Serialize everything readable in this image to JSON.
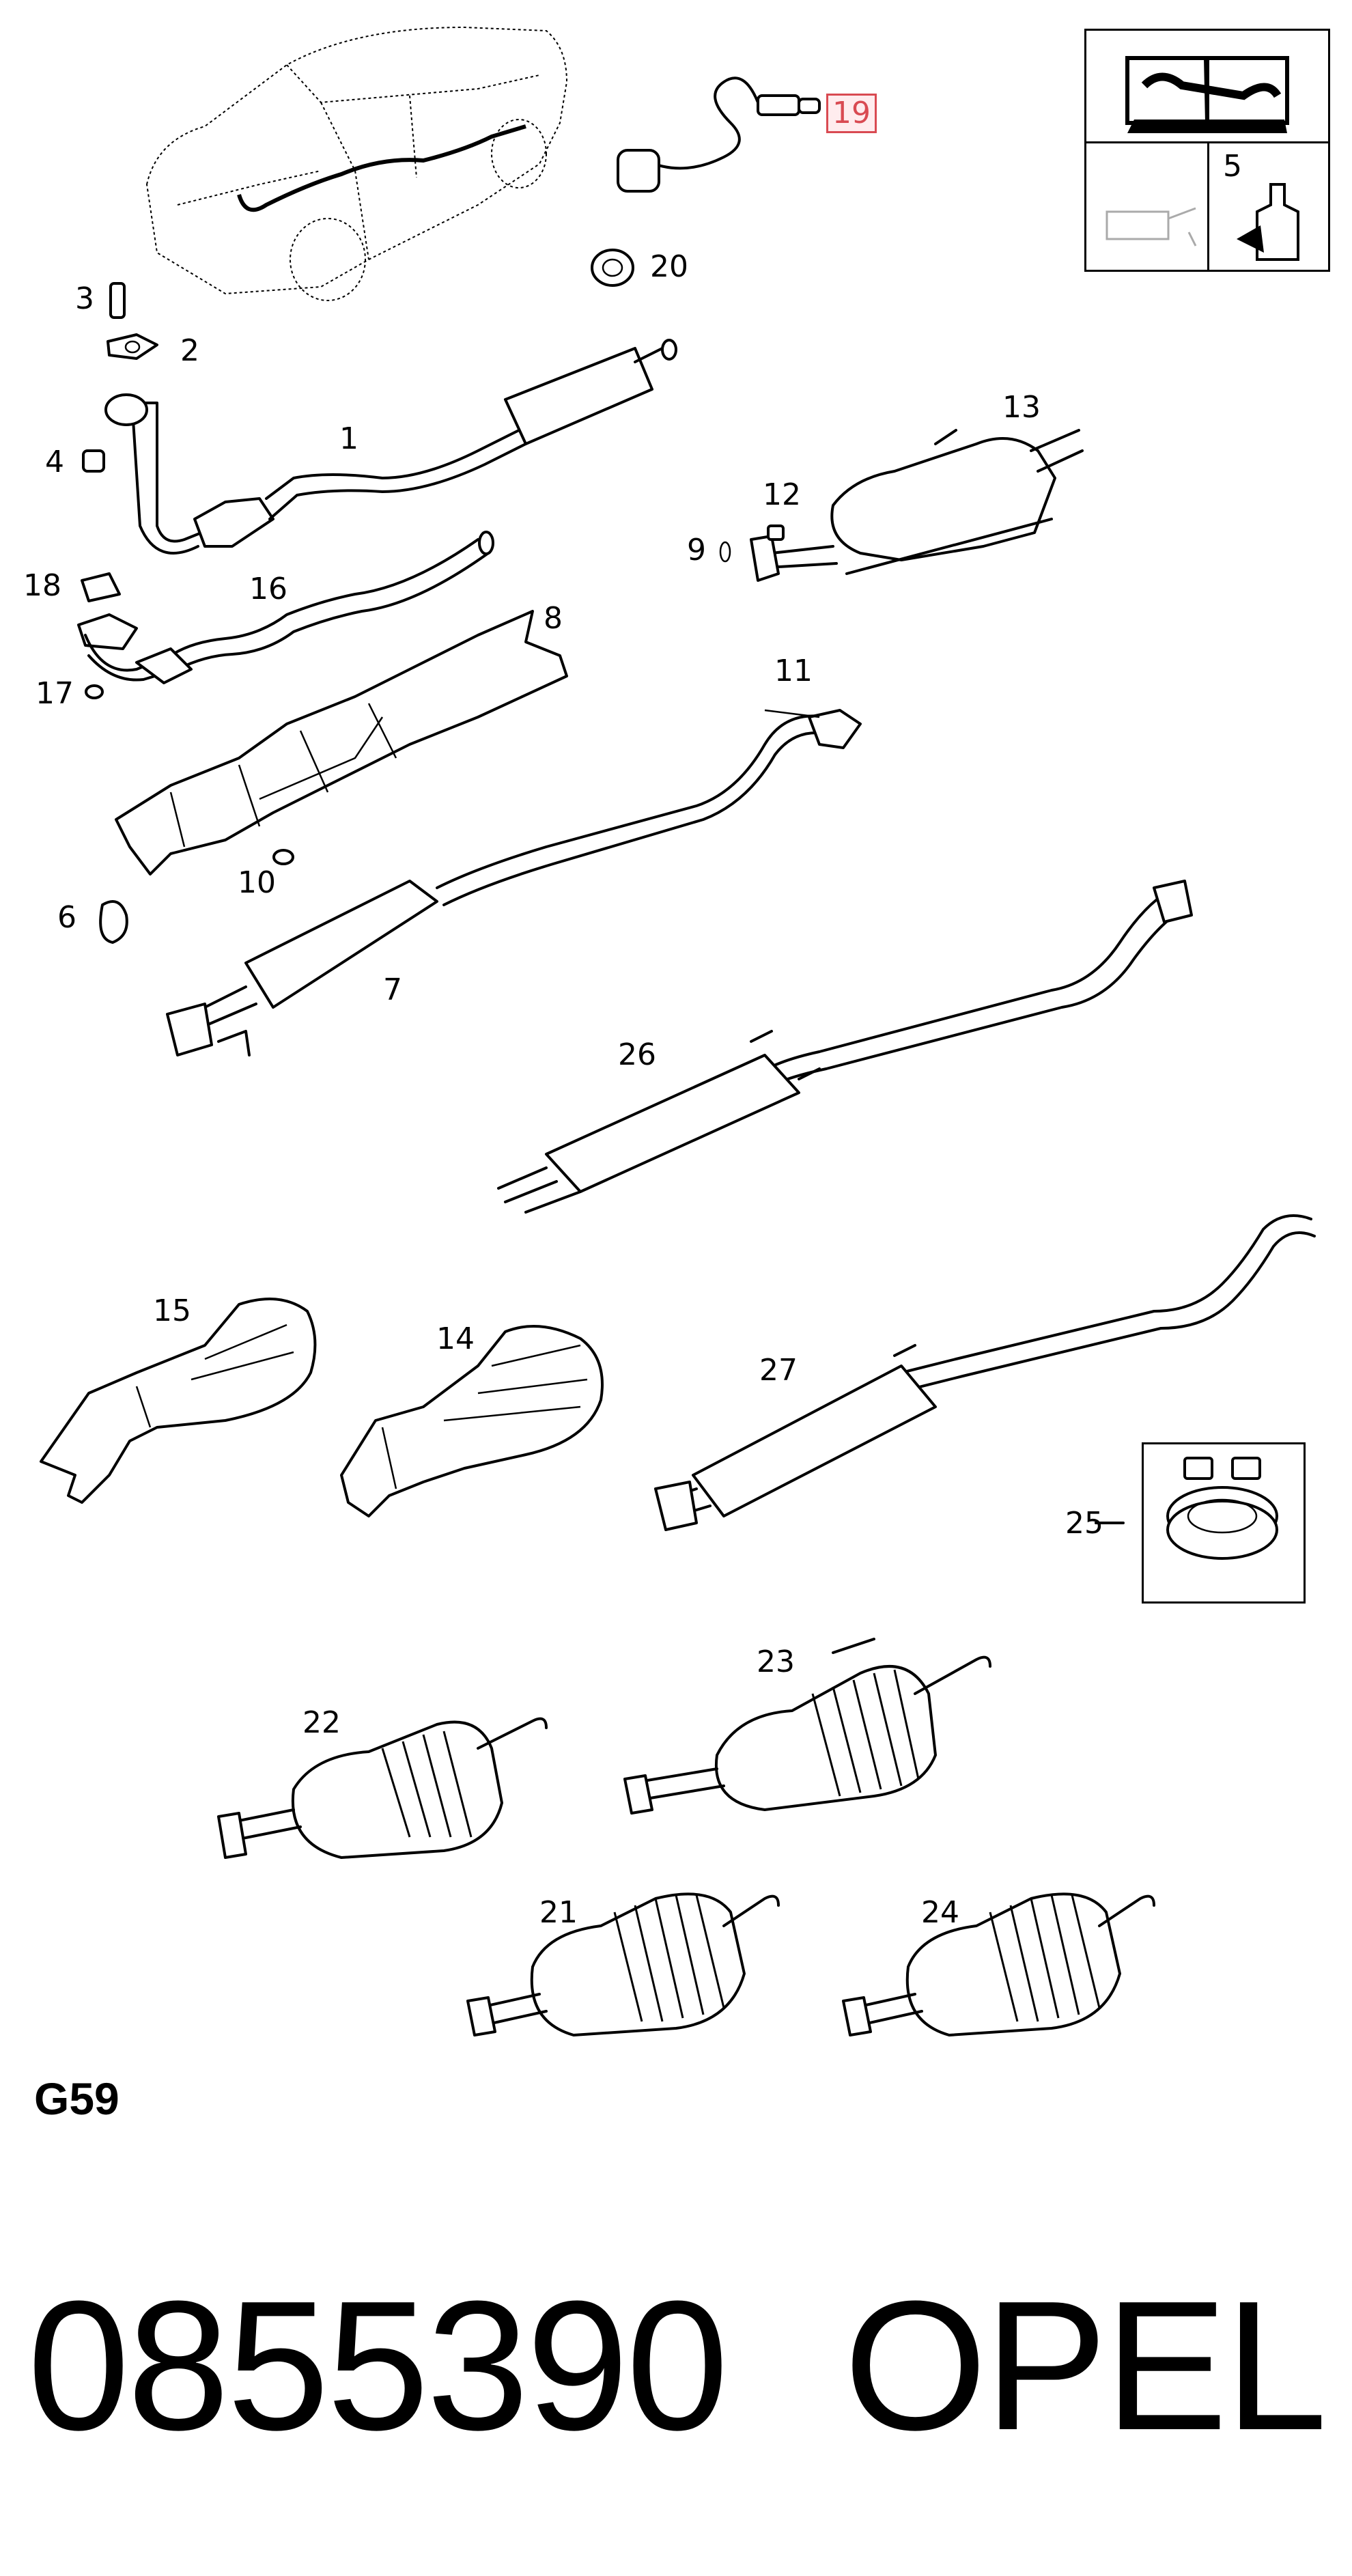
{
  "diagram": {
    "section_code": "G59",
    "part_number": "0855390",
    "brand": "OPEL",
    "legend": {
      "tool_icon": "workshop-manual-icon",
      "oil_icon": "oil-can-icon",
      "sealant_label": "5",
      "sealant_icon": "sealant-tube-icon"
    },
    "callouts": [
      {
        "id": "c1",
        "label": "1"
      },
      {
        "id": "c2",
        "label": "2"
      },
      {
        "id": "c3",
        "label": "3"
      },
      {
        "id": "c4",
        "label": "4"
      },
      {
        "id": "c6",
        "label": "6"
      },
      {
        "id": "c7",
        "label": "7"
      },
      {
        "id": "c8",
        "label": "8"
      },
      {
        "id": "c9",
        "label": "9"
      },
      {
        "id": "c10",
        "label": "10"
      },
      {
        "id": "c11",
        "label": "11"
      },
      {
        "id": "c12",
        "label": "12"
      },
      {
        "id": "c13",
        "label": "13"
      },
      {
        "id": "c14",
        "label": "14"
      },
      {
        "id": "c15",
        "label": "15"
      },
      {
        "id": "c16",
        "label": "16"
      },
      {
        "id": "c17",
        "label": "17"
      },
      {
        "id": "c18",
        "label": "18"
      },
      {
        "id": "c19",
        "label": "19",
        "highlighted": true
      },
      {
        "id": "c20",
        "label": "20"
      },
      {
        "id": "c21",
        "label": "21"
      },
      {
        "id": "c22",
        "label": "22"
      },
      {
        "id": "c23",
        "label": "23"
      },
      {
        "id": "c24",
        "label": "24"
      },
      {
        "id": "c25",
        "label": "25"
      },
      {
        "id": "c26",
        "label": "26"
      },
      {
        "id": "c27",
        "label": "27"
      }
    ],
    "highlight_color": "#d94a52"
  }
}
